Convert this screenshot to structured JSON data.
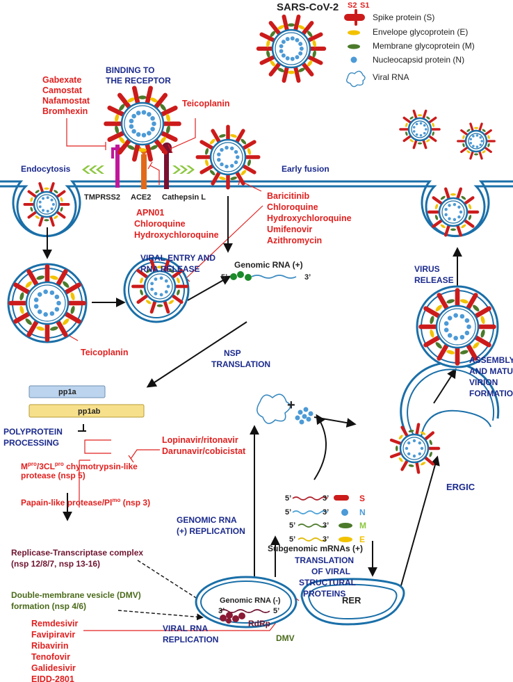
{
  "title": "SARS-CoV-2",
  "legend": {
    "s2": "S2",
    "s1": "S1",
    "items": [
      "Spike protein (S)",
      "Envelope glycoprotein (E)",
      "Membrane glycoprotein (M)",
      "Nucleocapsid protein (N)",
      "Viral RNA"
    ]
  },
  "stages": {
    "binding": [
      "BINDING TO",
      "THE RECEPTOR"
    ],
    "endocytosis": "Endocytosis",
    "early_fusion": "Early fusion",
    "entry": [
      "VIRAL ENTRY  AND",
      "RNA RELEASE"
    ],
    "nsp": [
      "NSP",
      "TRANSLATION"
    ],
    "polyprotein": [
      "POLYPROTEIN",
      "PROCESSING"
    ],
    "genomic_repl": [
      "GENOMIC RNA",
      "(+) REPLICATION"
    ],
    "translation_struct": [
      "TRANSLATION",
      "OF VIRAL",
      "STRUCTURAL",
      "PROTEINS"
    ],
    "viral_repl": [
      "VIRAL RNA",
      "REPLICATION"
    ],
    "release": [
      "VIRUS",
      "RELEASE"
    ],
    "assembly": [
      "ASSEMBLY",
      "AND MATURE",
      "VIRION",
      "FORMATION"
    ]
  },
  "receptors": {
    "tmprss2": "TMPRSS2",
    "ace2": "ACE2",
    "cathepsin": "Cathepsin L"
  },
  "drugs": {
    "protease_inh": [
      "Gabexate",
      "Camostat",
      "Nafamostat",
      "Bromhexin"
    ],
    "teicoplanin_top": "Teicoplanin",
    "ace2_inh": [
      "APN01",
      "Chloroquine",
      "Hydroxychloroquine"
    ],
    "fusion_inh": [
      "Baricitinib",
      "Chloroquine",
      "Hydroxychloroquine",
      "Umifenovir",
      "Azithromycin"
    ],
    "teicoplanin_bottom": "Teicoplanin",
    "lopinavir": [
      "Lopinavir/ritonavir",
      "Darunavir/cobicistat"
    ],
    "rdrp_inh": [
      "Remdesivir",
      "Favipiravir",
      "Ribavirin",
      "Tenofovir",
      "Galidesivir",
      "EIDD-2801"
    ]
  },
  "rna": {
    "genomic_plus": "Genomic RNA (+)",
    "five_prime": "5’",
    "three_prime": "3’",
    "genomic_minus": "Genomic RNA (-)",
    "subgenomic": "Subgenomic mRNAs (+)",
    "sub_labels": [
      "S",
      "N",
      "M",
      "E"
    ],
    "plus": "+"
  },
  "proteins": {
    "pp1a": "pp1a",
    "pp1ab": "pp1ab",
    "mpro_main": "M",
    "mpro_sup": "pro",
    "mpro_mid": "/3CL",
    "mpro_sup2": "pro",
    "mpro_rest": " chymotrypsin-like",
    "mpro_line2": "protease (nsp 5)",
    "papain": "Papain-like protease/Pl",
    "papain_sup": "mo",
    "papain_rest": " (nsp 3)",
    "replicase": [
      "Replicase-Transcriptase complex",
      "(nsp 12/8/7, nsp 13-16)"
    ],
    "dmv_form": [
      "Double-membrane vesicle (DMV)",
      "formation (nsp 4/6)"
    ],
    "rdrp": "RdRp"
  },
  "organelles": {
    "ergic": "ERGIC",
    "rer": "RER",
    "dmv": "DMV"
  },
  "colors": {
    "membrane": "#1a6fa8",
    "spike": "#cc1b1b",
    "envelope": "#f2c200",
    "membrane_prot": "#4b7a2a",
    "nucleocapsid": "#4c9ad6",
    "drug_text": "#e0201f",
    "stage_text": "#1b2a8c",
    "tmprss2": "#c0179a",
    "ace2": "#e06a1a",
    "cathepsin": "#7a1030",
    "chevron": "#8cc63f",
    "pp1a": "#bcd4ee",
    "pp1ab": "#f7e08c"
  }
}
